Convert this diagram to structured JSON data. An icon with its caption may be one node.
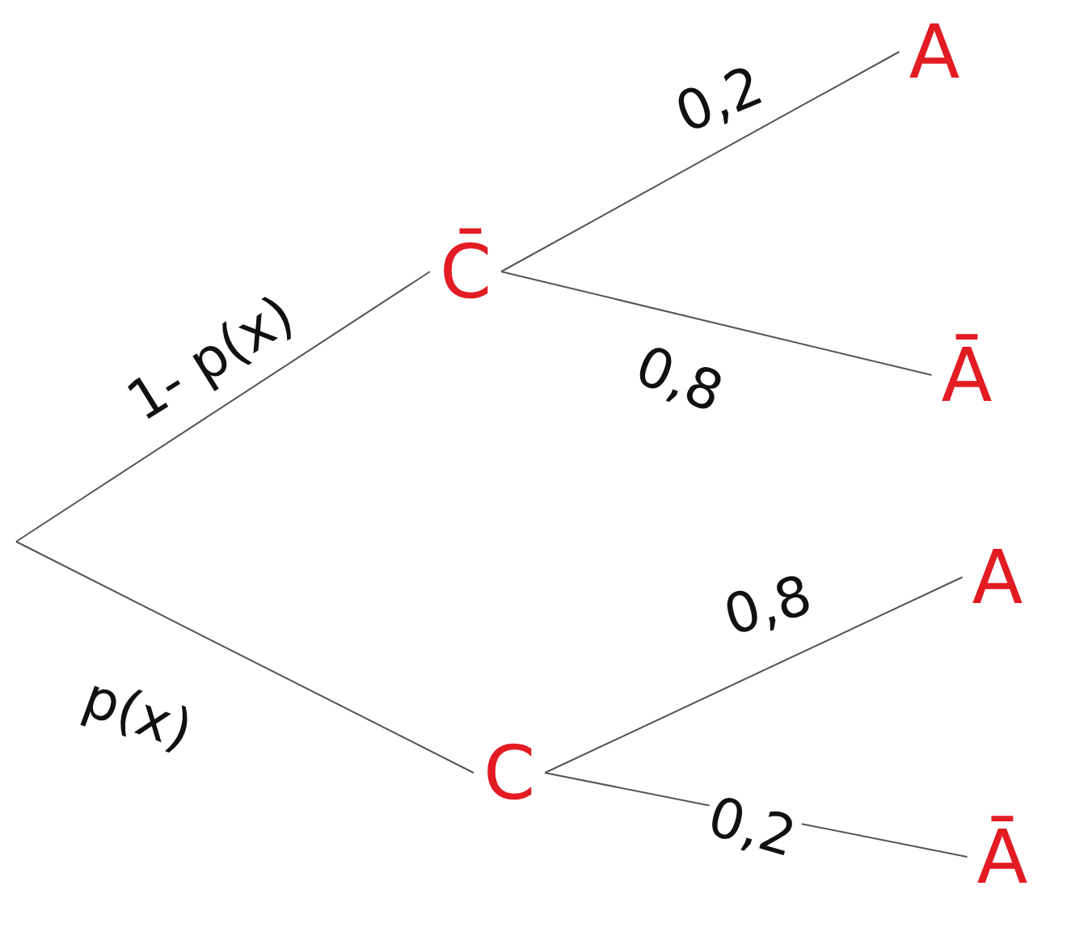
{
  "diagram": {
    "nodes": [
      {
        "text": [
          "C̄"
        ]
      },
      {
        "text": [
          "A"
        ]
      },
      {
        "text": [
          "Ā"
        ]
      },
      {
        "text": [
          "C"
        ]
      },
      {
        "text": [
          "A"
        ]
      },
      {
        "text": [
          "Ā"
        ]
      }
    ],
    "edges": [
      {
        "from": null,
        "to": 0,
        "arrow": "none",
        "label": "1- p(x)"
      },
      {
        "from": null,
        "to": 3,
        "arrow": "none",
        "label": "p(x)"
      },
      {
        "from": 0,
        "to": 1,
        "arrow": "none",
        "label": "0,2"
      },
      {
        "from": 0,
        "to": 2,
        "arrow": "none",
        "label": "0,8"
      },
      {
        "from": 3,
        "to": 4,
        "arrow": "none",
        "label": "0,8"
      },
      {
        "from": 3,
        "to": 5,
        "arrow": "none",
        "label": "0,2"
      }
    ]
  }
}
